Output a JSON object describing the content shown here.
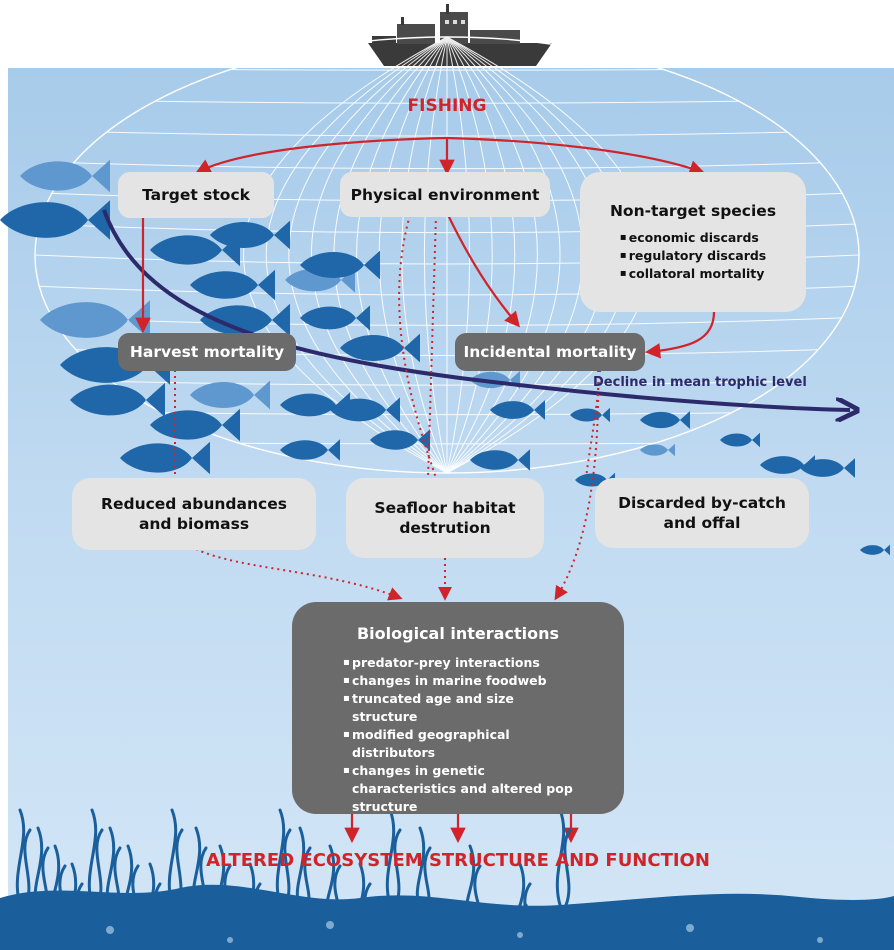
{
  "title": "FISHING",
  "outcome": "ALTERED ECOSYSTEM STRUCTURE AND FUNCTION",
  "trend_label": "Decline in mean trophic level",
  "nodes": {
    "target_stock": "Target stock",
    "physical_env": "Physical environment",
    "nontarget": {
      "title": "Non-target species",
      "items": [
        "economic discards",
        "regulatory discards",
        "collatoral mortality"
      ]
    },
    "harvest": "Harvest mortality",
    "incidental": "Incidental mortality",
    "reduced": "Reduced abundances and biomass",
    "seafloor": "Seafloor habitat destrution",
    "discarded": "Discarded by-catch and offal",
    "bio": {
      "title": "Biological interactions",
      "items": [
        "predator-prey interactions",
        "changes in marine foodweb",
        "truncated age and size structure",
        "modified geographical distributors",
        "changes in genetic characteristics and altered pop structure"
      ]
    }
  },
  "colors": {
    "sea_top": "#a7cbea",
    "sea_bottom": "#cfe3f5",
    "fish": "#1f67a8",
    "seafloor": "#1a5f9c",
    "arrow_red": "#d0242a",
    "trend_line": "#2d2a6b",
    "ship": "#3a3a3a"
  },
  "icons": [
    "ship-icon",
    "fishing-net-icon",
    "fish-icon",
    "seaweed-icon",
    "crab-icon"
  ]
}
